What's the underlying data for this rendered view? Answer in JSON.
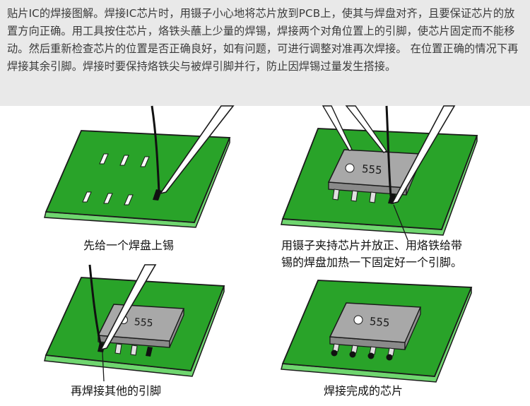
{
  "intro_text": "贴片IC的焊接图解。焊接IC芯片时，用镊子小心地将芯片放到PCB上，使其与焊盘对齐，且要保证芯片的放置方向正确。用工具按住芯片，烙铁头蘸上少量的焊锡，焊接两个对角位置上的引脚，使芯片固定而不能移动。然后重新检查芯片的位置是否正确良好，如有问题，可进行调整对准再次焊接。 在位置正确的情况下再焊接其余引脚。焊接时要保持烙铁尖与被焊引脚并行，防止因焊锡过量发生搭接。",
  "steps": [
    {
      "caption": "先给一个焊盘上锡"
    },
    {
      "caption_line1": "用镊子夹持芯片并放正、用烙铁给带",
      "caption_line2": "锡的焊盘加热一下固定好一个引脚。"
    },
    {
      "caption": "再焊接其他的引脚"
    },
    {
      "caption": "焊接完成的芯片"
    }
  ],
  "chip_marking": "555",
  "colors": {
    "intro_bg": "#e9e9e9",
    "board_top": "#29a329",
    "board_edge": "#6fd66f",
    "board_outline": "#1a1a1a",
    "chip_body": "#a8a8a8",
    "pin": "#e0e0e0",
    "iron": "#ffffff"
  }
}
